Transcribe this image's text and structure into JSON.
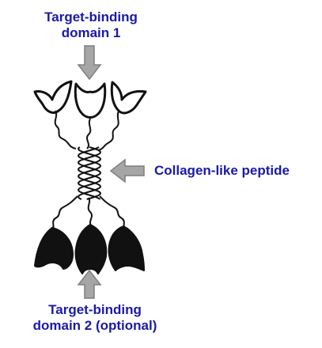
{
  "labels": {
    "top": [
      "Target-binding",
      "domain 1"
    ],
    "side": "Collagen-like peptide",
    "bottom": [
      "Target-binding",
      "domain 2 (optional)"
    ]
  },
  "colors": {
    "label_text": "#1a1aa6",
    "arrow_fill": "#a6a6a6",
    "arrow_stroke": "#7f7f7f",
    "structure_stroke": "#111111",
    "domain2_fill": "#111111"
  }
}
